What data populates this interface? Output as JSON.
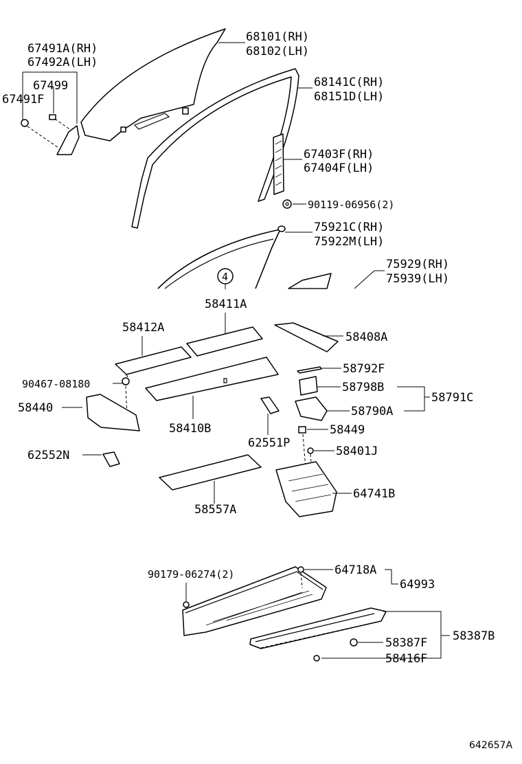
{
  "callouts": {
    "p67491A": "67491A(RH)",
    "p67492A": "67492A(LH)",
    "p67499": "67499",
    "p67491F": "67491F",
    "p68101": "68101(RH)",
    "p68102": "68102(LH)",
    "p68141C": "68141C(RH)",
    "p68151D": "68151D(LH)",
    "p67403F": "67403F(RH)",
    "p67404F": "67404F(LH)",
    "p90119": "90119-06956(2)",
    "p75921C": "75921C(RH)",
    "p75922M": "75922M(LH)",
    "p75929": "75929(RH)",
    "p75939": "75939(LH)",
    "ref4": "4",
    "p58411A": "58411A",
    "p58412A": "58412A",
    "p58408A": "58408A",
    "p58792F": "58792F",
    "p90467": "90467-08180",
    "p58798B": "58798B",
    "p58791C": "58791C",
    "p58440": "58440",
    "p58410B": "58410B",
    "p58790A": "58790A",
    "p62551P": "62551P",
    "p58449": "58449",
    "p62552N": "62552N",
    "p58401J": "58401J",
    "p64741B": "64741B",
    "p58557A": "58557A",
    "p90179": "90179-06274(2)",
    "p64718A": "64718A",
    "p64993": "64993",
    "p58387B": "58387B",
    "p58387F": "58387F",
    "p58416F": "58416F"
  },
  "drawing_code": "642657A"
}
